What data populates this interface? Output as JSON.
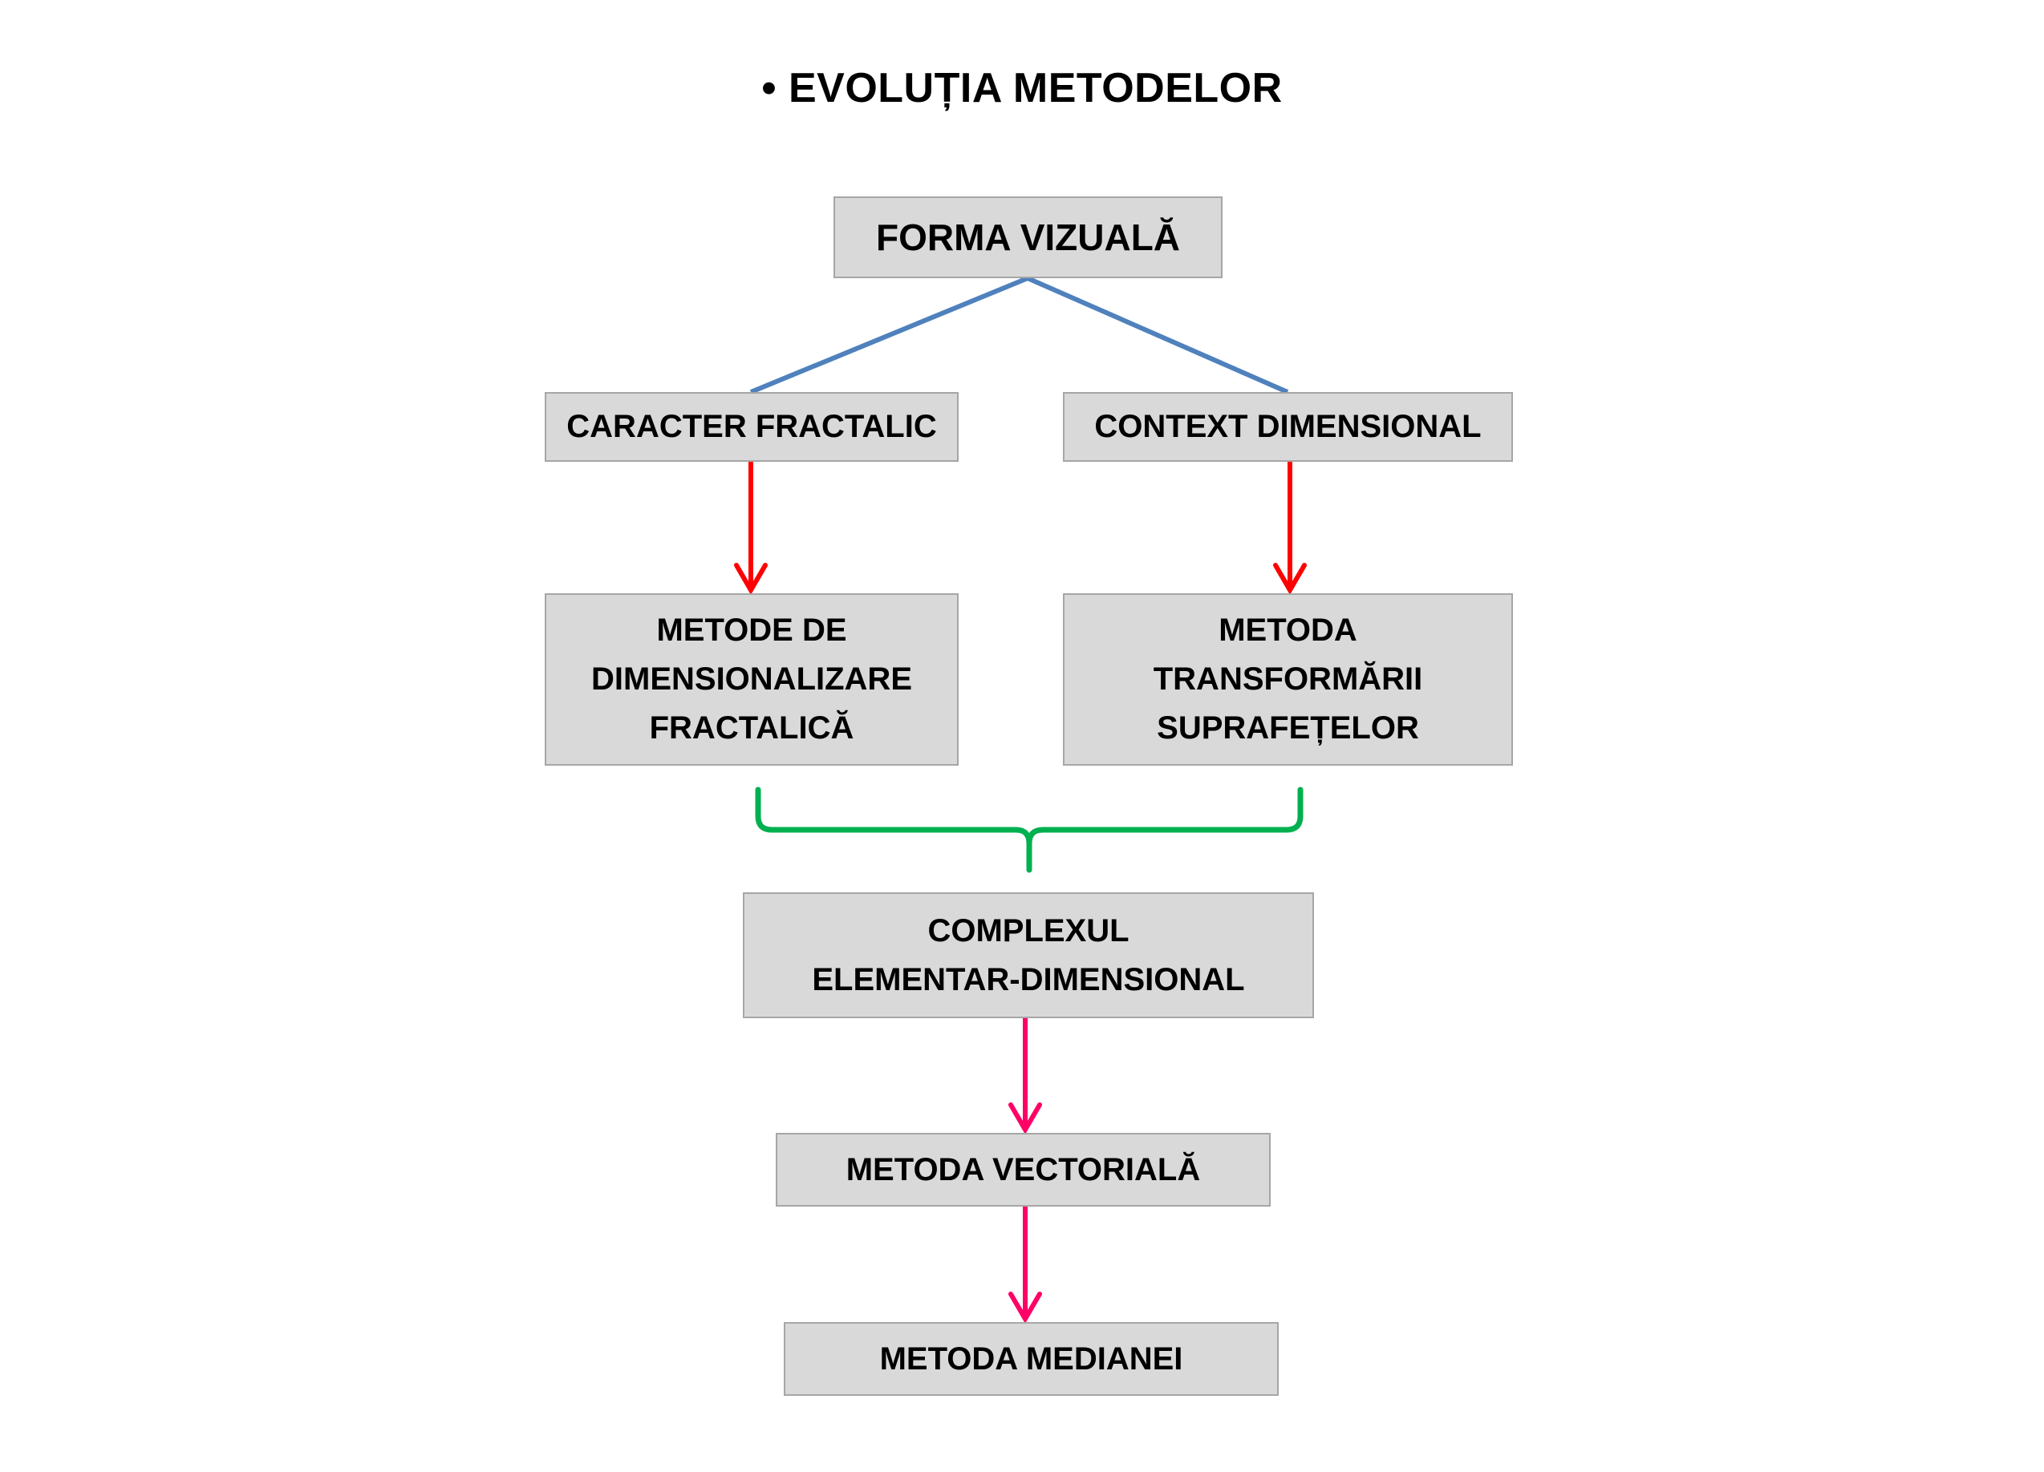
{
  "title": "• EVOLUȚIA METODELOR",
  "nodes": {
    "forma_vizuala": "FORMA VIZUALĂ",
    "caracter_fractalic": "CARACTER  FRACTALIC",
    "context_dimensional": "CONTEXT DIMENSIONAL",
    "metode_dimensionalizare": "METODE DE\nDIMENSIONALIZARE\nFRACTALICĂ",
    "metoda_transformarii": "METODA\nTRANSFORMĂRII\nSUPRAFEȚELOR",
    "complexul": "COMPLEXUL\nELEMENTAR-DIMENSIONAL",
    "metoda_vectoriala": "METODA VECTORIALĂ",
    "metoda_medianei": "METODA MEDIANEI"
  },
  "colors": {
    "box_fill": "#d9d9d9",
    "box_border": "#a6a6a6",
    "branch_lines": "#4f81bd",
    "red_arrows": "#ff0000",
    "brace": "#00b050",
    "pink_arrows": "#ff0066"
  }
}
